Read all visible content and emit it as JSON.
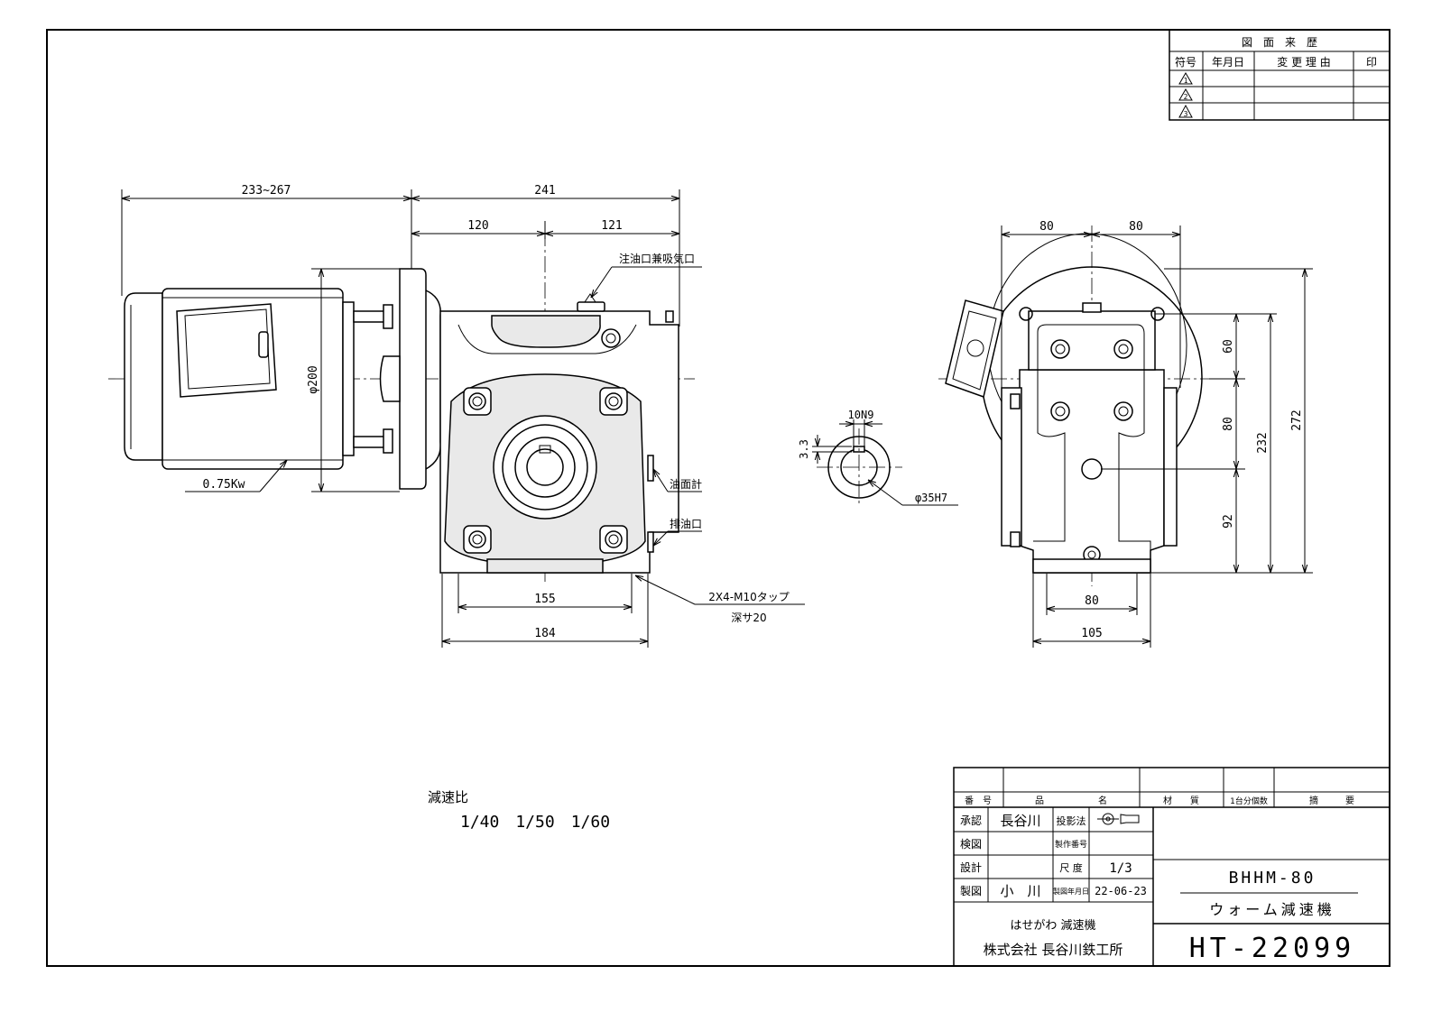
{
  "revision_table": {
    "title": "図　面　来　歴",
    "headers": [
      "符号",
      "年月日",
      "変 更 理 由",
      "印"
    ],
    "symbols": [
      "1",
      "2",
      "3"
    ]
  },
  "dimensions": {
    "motor_length": "233~267",
    "overall_241": "241",
    "dim_120": "120",
    "dim_121": "121",
    "phi200": "φ200",
    "motor_power": "0.75Kw",
    "oil_filler": "注油口兼吸気口",
    "oil_gauge": "油面計",
    "oil_drain": "排油口",
    "tap_spec": "2X4-M10タップ",
    "tap_depth": "深サ20",
    "dim_155": "155",
    "dim_184": "184",
    "key_width": "10N9",
    "key_depth": "3.3",
    "bore": "φ35H7",
    "side_80_left": "80",
    "side_80_right": "80",
    "v_60": "60",
    "v_80": "80",
    "v_92": "92",
    "v_232": "232",
    "v_272": "272",
    "base_80": "80",
    "base_105": "105"
  },
  "notes": {
    "ratio_label": "減速比",
    "ratios": "1/40　1/50　1/60"
  },
  "title_block": {
    "header_no": "番　号",
    "header_name": "品　　　　　　名",
    "header_material": "材　　質",
    "header_qty": "1台分個数",
    "header_remarks": "摘　　　要",
    "approved_label": "承認",
    "approved_name": "長谷川",
    "projection_label": "投影法",
    "checked_label": "検図",
    "serial_label": "製作番号",
    "design_label": "設計",
    "scale_label": "尺 度",
    "scale_value": "1/3",
    "drawn_label": "製図",
    "drawn_name": "小　川",
    "date_label": "製図年月日",
    "date_value": "22-06-23",
    "model": "BHHM-80",
    "product": "ウォーム減速機",
    "brand_line": "はせがわ 減速機",
    "company": "株式会社 長谷川鉄工所",
    "drawing_no": "HT-22099"
  }
}
